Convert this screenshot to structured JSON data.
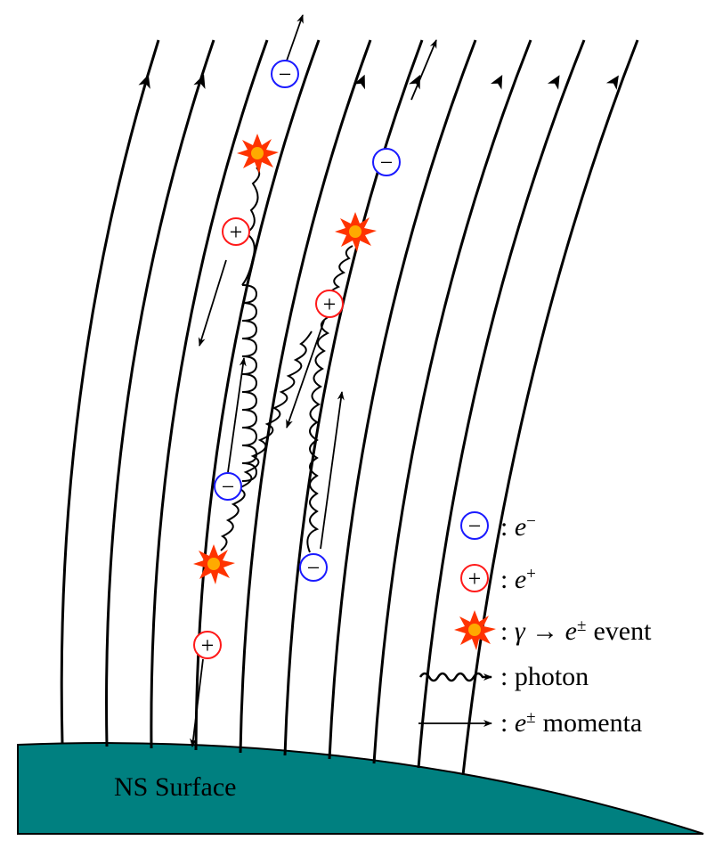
{
  "surface": {
    "label": "NS Surface",
    "fill_color": "#008080"
  },
  "particles": {
    "electron_symbol": "−",
    "positron_symbol": "+",
    "electron_color": "#1a1aff",
    "positron_color": "#ff1a1a"
  },
  "event": {
    "outer_color": "#ff3300",
    "inner_color": "#ffaa00"
  },
  "legend": {
    "items": [
      {
        "kind": "electron",
        "colon": ":",
        "text": "e",
        "sup": "−"
      },
      {
        "kind": "positron",
        "colon": ":",
        "text": "e",
        "sup": "+"
      },
      {
        "kind": "event",
        "colon": ":",
        "gamma": "γ",
        "arrow": "→",
        "text": "e",
        "sup": "±",
        "suffix": "event"
      },
      {
        "kind": "photon",
        "colon": ":",
        "label": "photon"
      },
      {
        "kind": "momentum",
        "colon": ":",
        "text": "e",
        "sup": "±",
        "suffix": "momenta"
      }
    ]
  }
}
